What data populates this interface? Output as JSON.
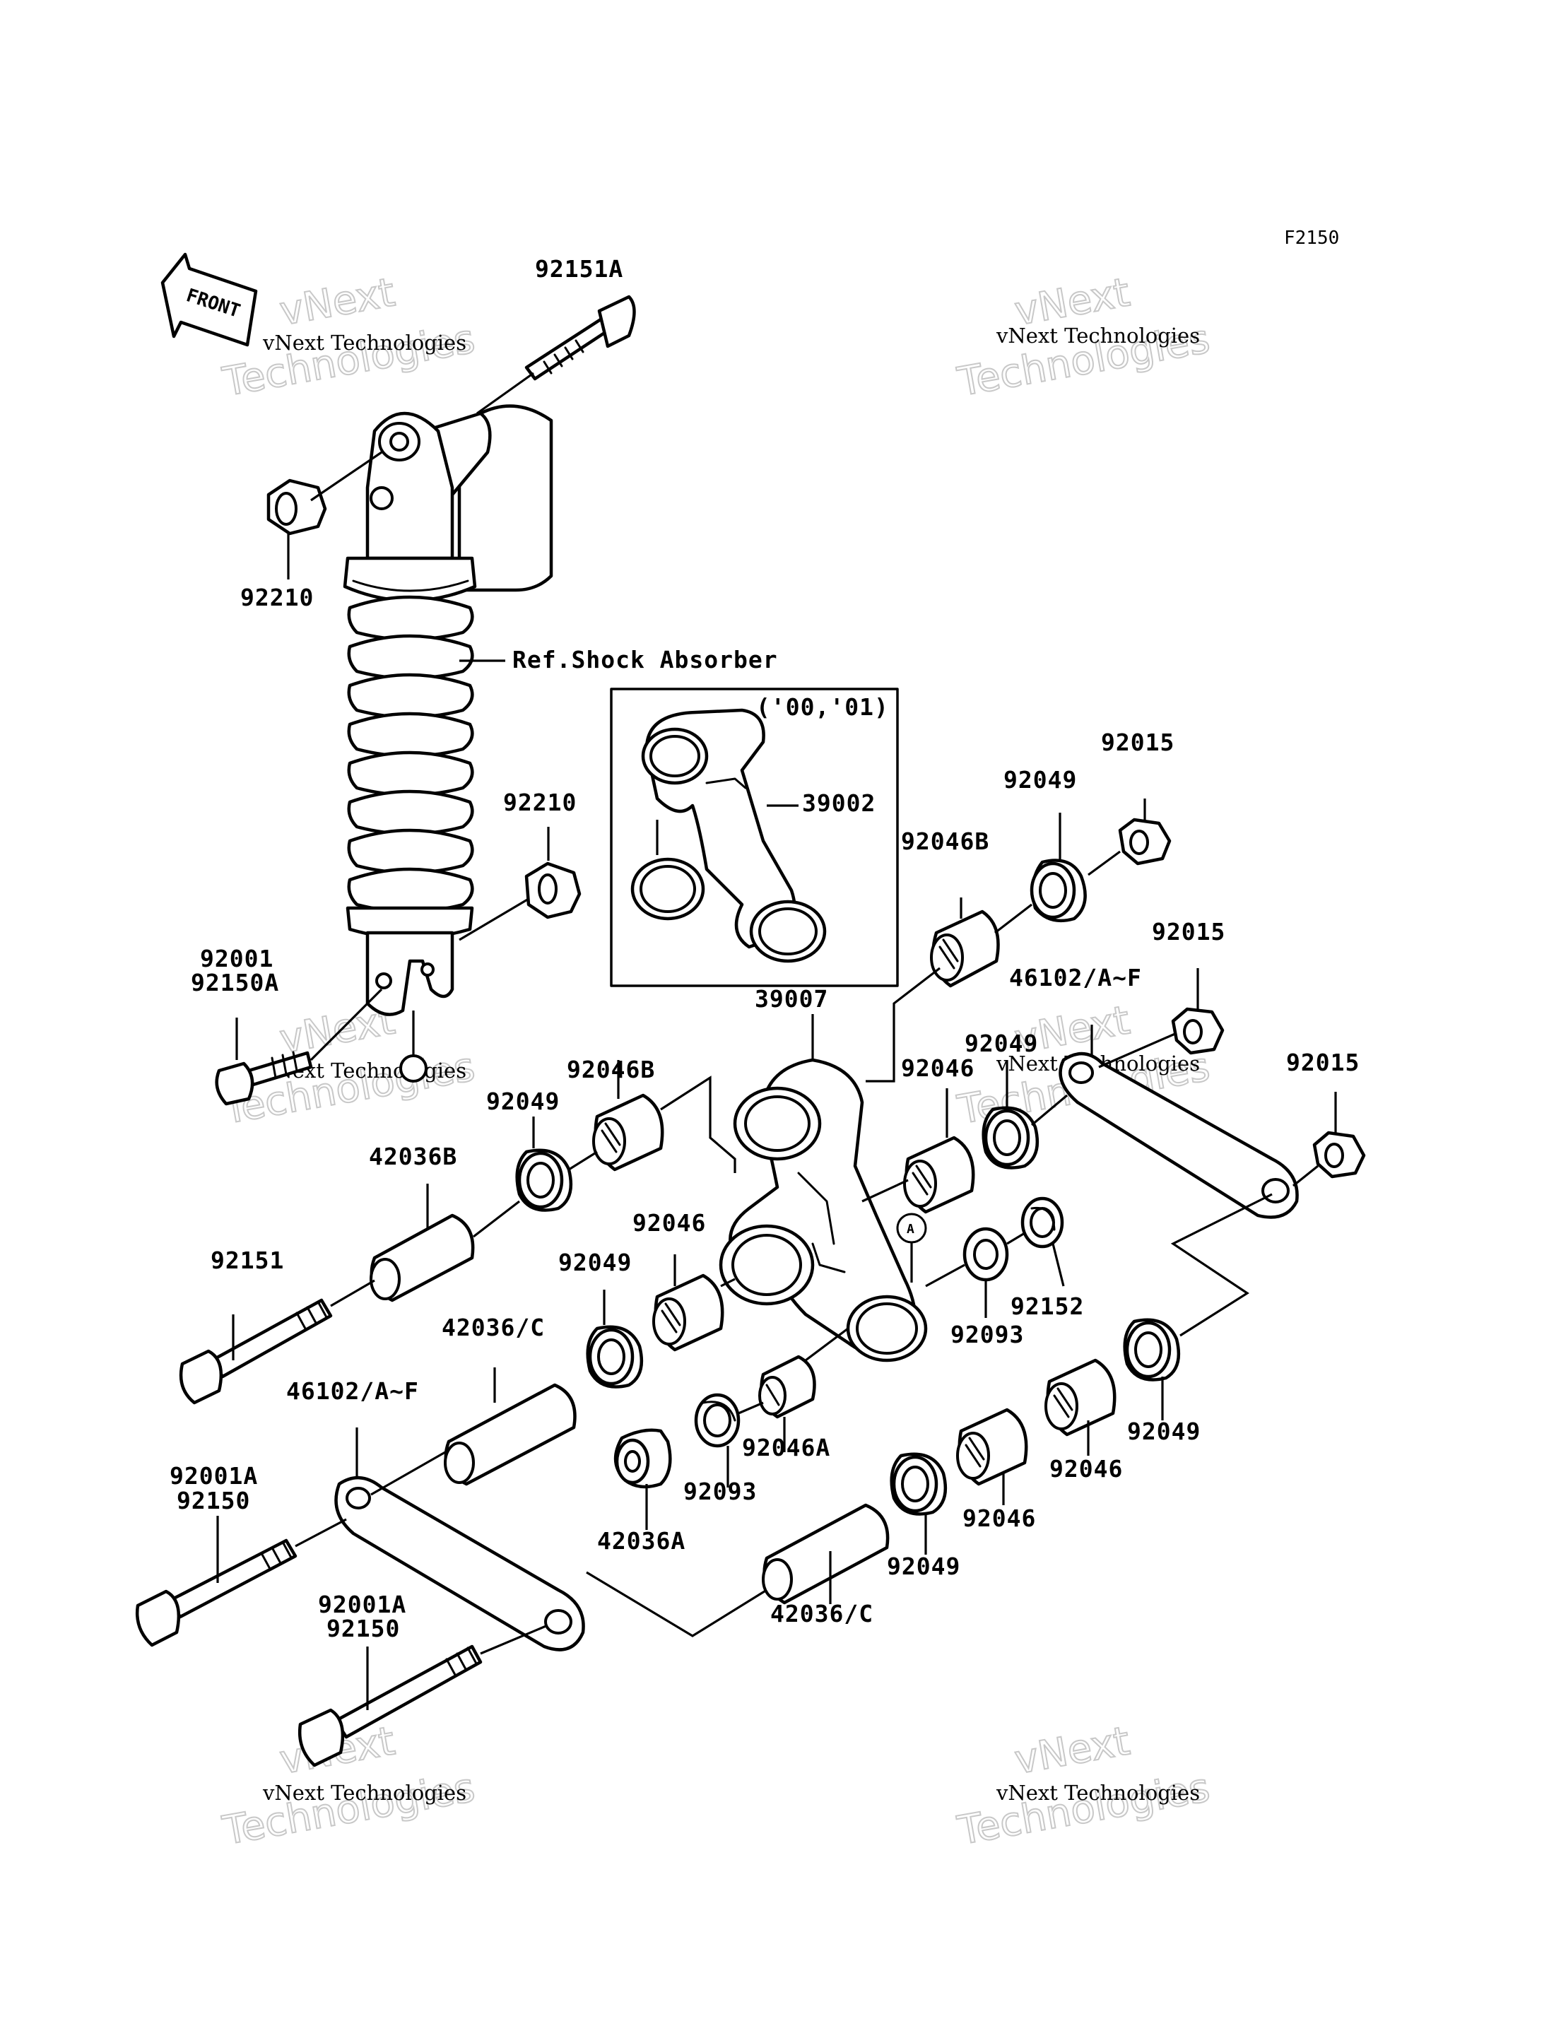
{
  "diagram_code": "F2150",
  "front_label": "FRONT",
  "ref_marker": "A",
  "inset_years": "('00,'01)",
  "watermark": {
    "name": "vNext Technologies",
    "big_line1": "vNext",
    "big_line2": "Technologies"
  },
  "callouts": {
    "shock_ref": "Ref.Shock Absorber",
    "p92151A": "92151A",
    "p92210_upper": "92210",
    "p92210_lower": "92210",
    "p92001_a": "92001",
    "p92150A": "92150A",
    "p39002": "39002",
    "p39007": "39007",
    "p92015_a": "92015",
    "p92015_b": "92015",
    "p92015_c": "92015",
    "p92049_a": "92049",
    "p92049_b": "92049",
    "p92049_c": "92049",
    "p92049_d": "92049",
    "p92049_e": "92049",
    "p92049_f": "92049",
    "p92046B_a": "92046B",
    "p92046B_b": "92046B",
    "p46102_a": "46102/A~F",
    "p46102_b": "46102/A~F",
    "p92046_a": "92046",
    "p92046_b": "92046",
    "p92046_c": "92046",
    "p92046_d": "92046",
    "p42036B": "42036B",
    "p92151": "92151",
    "p42036C_a": "42036/C",
    "p42036C_b": "42036/C",
    "p92093_a": "92093",
    "p92093_b": "92093",
    "p92152": "92152",
    "p92046A": "92046A",
    "p42036A": "42036A",
    "p92001A_a": "92001A",
    "p92150_a": "92150",
    "p92001A_b": "92001A",
    "p92150_b": "92150"
  }
}
